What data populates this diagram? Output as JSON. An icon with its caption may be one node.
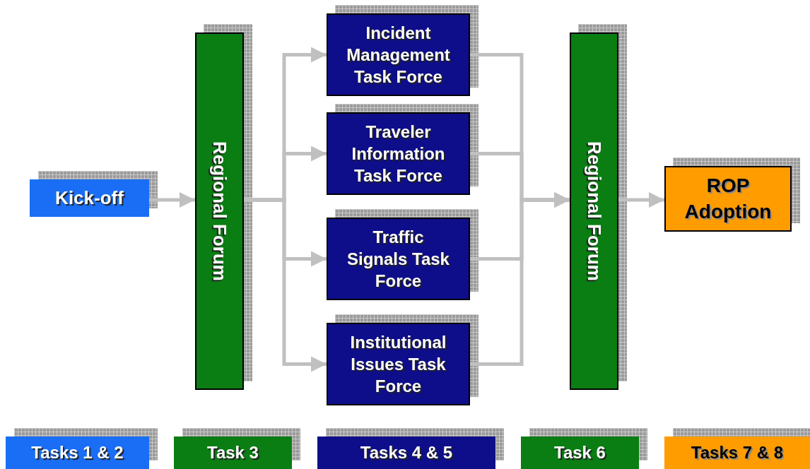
{
  "diagram": {
    "nodes": [
      {
        "text": [
          "Kick-off"
        ]
      },
      {
        "text": [
          "Regional Forum"
        ]
      },
      {
        "text": [
          "Incident Management Task Force"
        ]
      },
      {
        "text": [
          "Traveler Information Task Force"
        ]
      },
      {
        "text": [
          "Traffic Signals Task Force"
        ]
      },
      {
        "text": [
          "Institutional Issues Task Force"
        ]
      },
      {
        "text": [
          "Regional Forum"
        ]
      },
      {
        "text": [
          "ROP Adoption"
        ]
      },
      {
        "text": [
          "Tasks 1 & 2"
        ]
      },
      {
        "text": [
          "Task 3"
        ]
      },
      {
        "text": [
          "Tasks 4 & 5"
        ]
      },
      {
        "text": [
          "Task 6"
        ]
      },
      {
        "text": [
          "Tasks 7 & 8"
        ]
      }
    ],
    "edges": [
      {
        "from": 0,
        "to": 1,
        "arrow": "to"
      },
      {
        "from": 1,
        "to": 2,
        "arrow": "to"
      },
      {
        "from": 1,
        "to": 3,
        "arrow": "to"
      },
      {
        "from": 1,
        "to": 4,
        "arrow": "to"
      },
      {
        "from": 1,
        "to": 5,
        "arrow": "to"
      },
      {
        "from": 2,
        "to": 6,
        "arrow": "to"
      },
      {
        "from": 3,
        "to": 6,
        "arrow": "to"
      },
      {
        "from": 4,
        "to": 6,
        "arrow": "to"
      },
      {
        "from": 5,
        "to": 6,
        "arrow": "to"
      },
      {
        "from": 6,
        "to": 7,
        "arrow": "to"
      }
    ]
  }
}
